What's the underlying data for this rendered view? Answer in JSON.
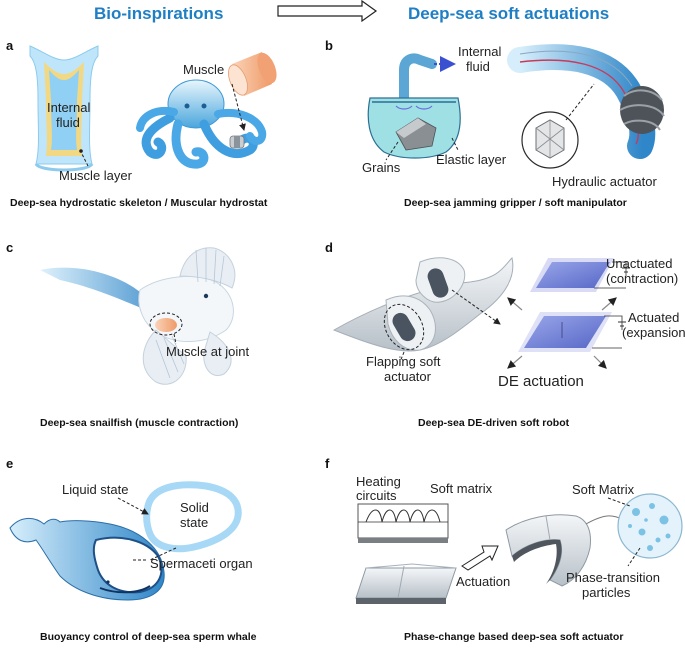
{
  "header": {
    "left_title": "Bio-inspirations",
    "right_title": "Deep-sea soft actuations"
  },
  "panels": {
    "a": {
      "letter": "a",
      "labels": {
        "internal_fluid_1": "Internal",
        "internal_fluid_2": "fluid",
        "muscle": "Muscle",
        "muscle_layer": "Muscle layer"
      },
      "caption": "Deep-sea hydrostatic skeleton / Muscular hydrostat"
    },
    "b": {
      "letter": "b",
      "labels": {
        "internal_fluid_1": "Internal",
        "internal_fluid_2": "fluid",
        "grains": "Grains",
        "elastic_layer": "Elastic layer",
        "hydraulic_actuator": "Hydraulic actuator"
      },
      "caption": "Deep-sea jamming gripper / soft manipulator"
    },
    "c": {
      "letter": "c",
      "labels": {
        "muscle_at_joint": "Muscle at joint"
      },
      "caption": "Deep-sea snailfish (muscle contraction)"
    },
    "d": {
      "letter": "d",
      "labels": {
        "unactuated_1": "Unactuated",
        "unactuated_2": "(contraction)",
        "actuated_1": "Actuated",
        "actuated_2": "(expansion)",
        "flapping_1": "Flapping soft",
        "flapping_2": "actuator",
        "de_actuation": "DE actuation"
      },
      "caption": "Deep-sea DE-driven soft robot"
    },
    "e": {
      "letter": "e",
      "labels": {
        "liquid_state": "Liquid state",
        "solid_1": "Solid",
        "solid_2": "state",
        "spermaceti": "Spermaceti organ"
      },
      "caption": "Buoyancy control of deep-sea sperm whale"
    },
    "f": {
      "letter": "f",
      "labels": {
        "heating_1": "Heating",
        "heating_2": "circuits",
        "soft_matrix_lower": "Soft matrix",
        "soft_matrix_upper": "Soft Matrix",
        "actuation": "Actuation",
        "phase_1": "Phase-transition",
        "phase_2": "particles"
      },
      "caption": "Phase-change based deep-sea soft actuator"
    }
  },
  "colors": {
    "accent_blue": "#1f7fc4",
    "light_blue": "#a9d8f5",
    "muscle_orange": "#f3a77a",
    "de_purple": "#6f7fd4"
  }
}
